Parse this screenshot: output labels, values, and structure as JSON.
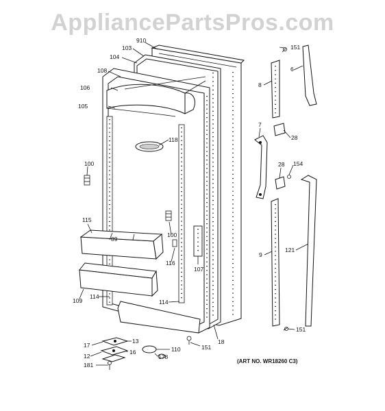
{
  "watermark": "AppliancePartsPros.com",
  "art_number": "(ART NO. WR18260 C3)",
  "callouts": {
    "c910": "910",
    "c103": "103",
    "c104": "104",
    "c108": "108",
    "c106": "106",
    "c105": "105",
    "c118": "118",
    "c100a": "100",
    "c100b": "100",
    "c115": "115",
    "c89": "89",
    "c116": "116",
    "c107": "107",
    "c109": "109",
    "c114a": "114",
    "c114b": "114",
    "c18": "18",
    "c151a": "151",
    "c151b": "151",
    "c151c": "151",
    "c6": "6",
    "c8": "8",
    "c7": "7",
    "c28a": "28",
    "c28b": "28",
    "c154": "154",
    "c121": "121",
    "c9": "9",
    "c17": "17",
    "c13": "13",
    "c16": "16",
    "c178": "178",
    "c110": "110",
    "c12": "12",
    "c181": "181"
  }
}
